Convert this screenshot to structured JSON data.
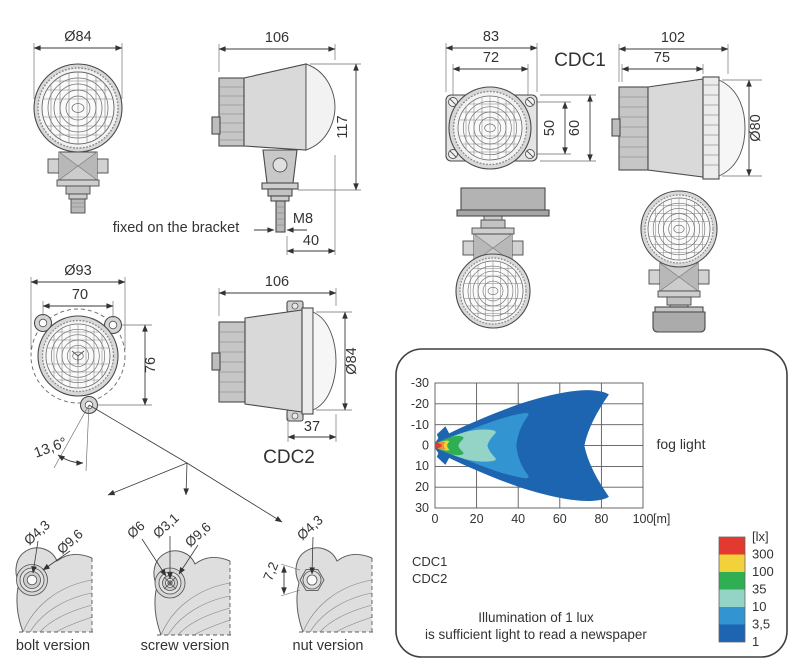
{
  "sheet": {
    "lamp84": {
      "dia": "Ø84",
      "width": "106",
      "height": "117",
      "thread": "M8",
      "stem": "40",
      "caption": "fixed on the bracket"
    },
    "cdc1": {
      "label": "CDC1",
      "front": {
        "width_outer": "83",
        "width_holes": "72",
        "height_holes": "50",
        "height_outer": "60"
      },
      "side": {
        "length": "102",
        "body_length": "75",
        "dia": "Ø80"
      }
    },
    "cdc2": {
      "label": "CDC2",
      "front": {
        "dia": "Ø93",
        "width_holes": "70",
        "height_holes": "76",
        "angle": "13,6°"
      },
      "side": {
        "length": "106",
        "dia": "Ø84",
        "back_length": "37"
      }
    },
    "versions": [
      {
        "label": "bolt version",
        "dia_hole": "Ø4,3",
        "dia_boss": "Ø9,6"
      },
      {
        "label": "screw version",
        "dia_head": "Ø6",
        "dia_hole": "Ø3,1",
        "dia_boss": "Ø9,6"
      },
      {
        "label": "nut version",
        "width_flats": "7,2",
        "dia_hole": "Ø4,3"
      }
    ]
  },
  "chart_data": {
    "type": "area",
    "title": "fog light",
    "x_unit": "[m]",
    "xlim": [
      0,
      100
    ],
    "ylim": [
      -30,
      30
    ],
    "x_ticks": [
      0,
      20,
      40,
      60,
      80,
      100
    ],
    "y_ticks": [
      -30,
      -20,
      -10,
      0,
      10,
      20,
      30
    ],
    "x_tick_labels": [
      "0",
      "20",
      "40",
      "60",
      "80",
      "100"
    ],
    "y_tick_labels": [
      "-30",
      "-20",
      "-10",
      "0",
      "10",
      "20",
      "30"
    ],
    "grid": true,
    "models": [
      "CDC1",
      "CDC2"
    ],
    "note": [
      "Illumination of 1 lux",
      "is sufficient light to read a newspaper"
    ],
    "legend": {
      "title": "[lx]",
      "position": "bottom-right",
      "entries": [
        {
          "label": "300",
          "color": "#e23a30"
        },
        {
          "label": "100",
          "color": "#f2d13b"
        },
        {
          "label": "35",
          "color": "#2fae53"
        },
        {
          "label": "10",
          "color": "#93d4c6"
        },
        {
          "label": "3,5",
          "color": "#3295d1"
        },
        {
          "label": "1",
          "color": "#1d65b0"
        }
      ]
    },
    "blend_color": "#ee8c38",
    "series": [
      {
        "level": "300 lx",
        "color": "#e23a30",
        "reach_m": 3.2,
        "max_half_width_m": 1.5
      },
      {
        "level": "100 lx",
        "color": "#f2d13b",
        "reach_m": 7,
        "max_half_width_m": 2.4
      },
      {
        "level": "35 lx",
        "color": "#2fae53",
        "reach_m": 13.5,
        "max_half_width_m": 4.5
      },
      {
        "level": "10 lx",
        "color": "#93d4c6",
        "reach_m": 29,
        "max_half_width_m": 8
      },
      {
        "level": "3,5 lx",
        "color": "#3295d1",
        "reach_m": 45,
        "max_half_width_m": 16
      },
      {
        "level": "1 lx",
        "color": "#1d65b0",
        "reach_m": 85,
        "max_half_width_m": 27
      }
    ]
  }
}
